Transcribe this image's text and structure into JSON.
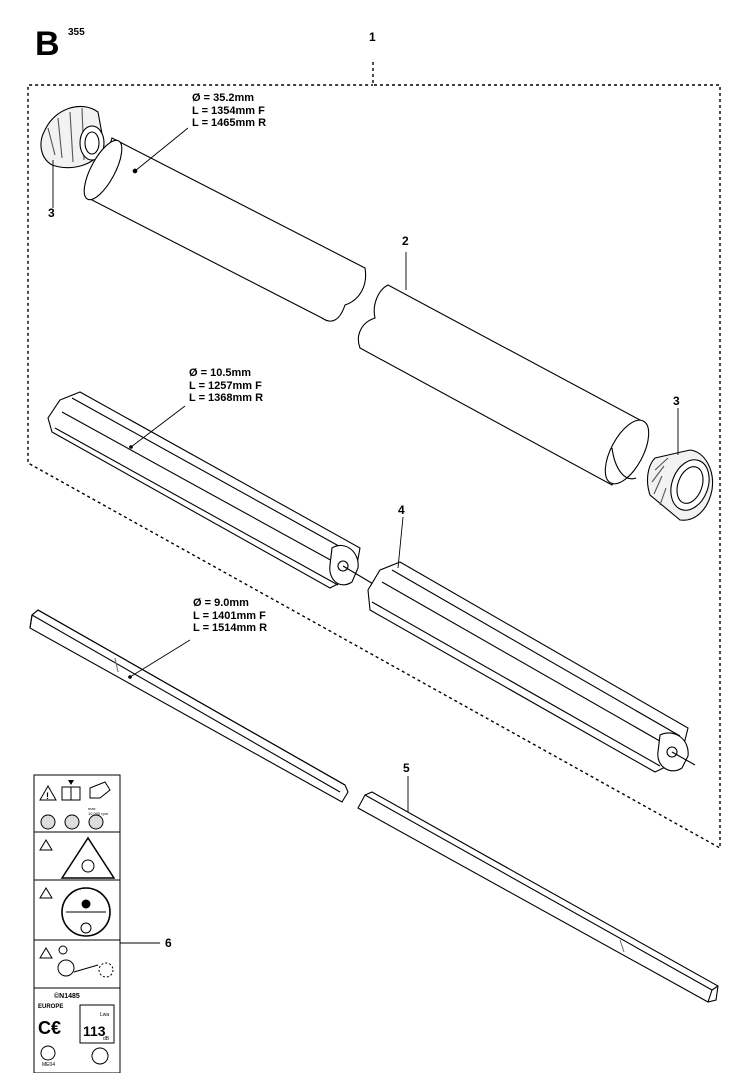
{
  "page": {
    "section_letter": "B",
    "page_number": "355"
  },
  "callouts": {
    "c1": "1",
    "c2": "2",
    "c3a": "3",
    "c3b": "3",
    "c4": "4",
    "c5": "5",
    "c6": "6"
  },
  "specs": {
    "outer_tube": {
      "diameter": "Ø = 35.2mm",
      "length_f": "L = 1354mm F",
      "length_r": "L = 1465mm R"
    },
    "liner": {
      "diameter": "Ø = 10.5mm",
      "length_f": "L = 1257mm F",
      "length_r": "L = 1368mm R"
    },
    "drive_shaft": {
      "diameter": "Ø = 9.0mm",
      "length_f": "L = 1401mm F",
      "length_r": "L = 1514mm R"
    }
  },
  "decal": {
    "max_rpm_label": "max\n10 000 rpm",
    "cert_code": "N1485",
    "region": "EUROPE",
    "sound_level": "113",
    "sound_unit": "dB",
    "sound_label": "Lwa",
    "mark_code": "ME04"
  }
}
